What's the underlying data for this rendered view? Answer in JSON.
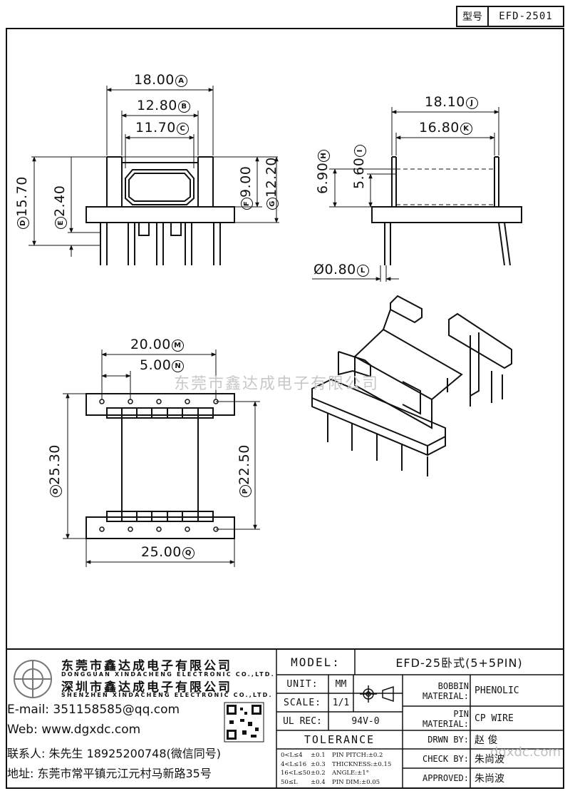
{
  "header": {
    "model_label": "型号",
    "model_value": "EFD-2501"
  },
  "watermark": "东莞市鑫达成电子有限公司",
  "watermark_url": "dgxdc.com",
  "dimensions": {
    "a": {
      "value": "18.00",
      "tag": "A"
    },
    "b": {
      "value": "12.80",
      "tag": "B"
    },
    "c": {
      "value": "11.70",
      "tag": "C"
    },
    "d": {
      "value": "15.70",
      "tag": "D"
    },
    "e": {
      "value": "2.40",
      "tag": "E"
    },
    "f": {
      "value": "9.00",
      "tag": "F"
    },
    "g": {
      "value": "12.20",
      "tag": "G"
    },
    "h": {
      "value": "6.90",
      "tag": "H"
    },
    "i": {
      "value": "5.60",
      "tag": "I"
    },
    "j": {
      "value": "18.10",
      "tag": "J"
    },
    "k": {
      "value": "16.80",
      "tag": "K"
    },
    "l": {
      "value": "Ø0.80",
      "tag": "L"
    },
    "m": {
      "value": "20.00",
      "tag": "M"
    },
    "n": {
      "value": "5.00",
      "tag": "N"
    },
    "o": {
      "value": "25.30",
      "tag": "O"
    },
    "p": {
      "value": "22.50",
      "tag": "P"
    },
    "q": {
      "value": "25.00",
      "tag": "Q"
    }
  },
  "company": {
    "name_cn_1": "东莞市鑫达成电子有限公司",
    "name_en_1": "DONGGUAN XINDACHENG ELECTRONIC CO.,LTD.",
    "name_cn_2": "深圳市鑫达成电子有限公司",
    "name_en_2": "SHENZHEN XINDACHENG ELECTRONIC CO.,LTD.",
    "email": "E-mail: 351158585@qq.com",
    "web": "Web: www.dgxdc.com",
    "contact": "联系人: 朱先生 18925200748(微信同号)",
    "address": "地址: 东莞市常平镇元江元村马新路35号"
  },
  "title_block": {
    "model_label": "MODEL:",
    "model_value": "EFD-25卧式(5+5PIN)",
    "unit_label": "UNIT:",
    "unit_value": "MM",
    "scale_label": "SCALE:",
    "scale_value": "1/1",
    "ulrec_label": "UL REC:",
    "ulrec_value": "94V-0",
    "tolerance_label": "TOLERANCE",
    "tolerances": [
      {
        "range": "0<L≤4",
        "tol": "±0.1",
        "spec": "PIN PITCH:±0.2"
      },
      {
        "range": "4<L≤16",
        "tol": "±0.3",
        "spec": "THICKNESS:±0.15"
      },
      {
        "range": "16<L≤50",
        "tol": "±0.2",
        "spec": "ANGLE:±1°"
      },
      {
        "range": "50≤L",
        "tol": "±0.4",
        "spec": "PIN DIM:±0.05"
      }
    ],
    "bobbin_label_1": "BOBBIN",
    "bobbin_label_2": "MATERIAL:",
    "bobbin_value": "PHENOLIC",
    "pin_label_1": "PIN",
    "pin_label_2": "MATERIAL:",
    "pin_value": "CP WIRE",
    "drawn_label": "DRWN BY:",
    "drawn_value": "赵  俊",
    "check_label": "CHECK BY:",
    "check_value": "朱尚波",
    "approved_label": "APPROVED:",
    "approved_value": "朱尚波"
  }
}
